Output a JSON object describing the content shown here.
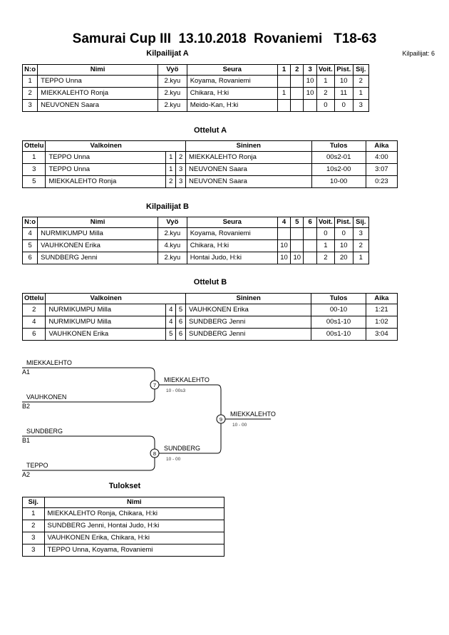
{
  "title": "Samurai Cup III  13.10.2018  Rovaniemi   T18-63",
  "competitor_count": "Kilpailijat: 6",
  "pool_a": {
    "heading": "Kilpailijat A",
    "headers": [
      "N:o",
      "Nimi",
      "Vyö",
      "Seura",
      "1",
      "2",
      "3",
      "Voit.",
      "Pist.",
      "Sij."
    ],
    "rows": [
      [
        "1",
        "TEPPO Unna",
        "2.kyu",
        "Koyama, Rovaniemi",
        "",
        "",
        "10",
        "1",
        "10",
        "2"
      ],
      [
        "2",
        "MIEKKALEHTO Ronja",
        "2.kyu",
        "Chikara, H:ki",
        "1",
        "",
        "10",
        "2",
        "11",
        "1"
      ],
      [
        "3",
        "NEUVONEN Saara",
        "2.kyu",
        "Meido-Kan, H:ki",
        "",
        "",
        "",
        "0",
        "0",
        "3"
      ]
    ]
  },
  "matches_a": {
    "heading": "Ottelut A",
    "headers": [
      "Ottelu",
      "Valkoinen",
      "",
      "",
      "Sininen",
      "Tulos",
      "Aika"
    ],
    "rows": [
      [
        "1",
        "TEPPO Unna",
        "1",
        "2",
        "MIEKKALEHTO Ronja",
        "00s2-01",
        "4:00"
      ],
      [
        "3",
        "TEPPO Unna",
        "1",
        "3",
        "NEUVONEN Saara",
        "10s2-00",
        "3:07"
      ],
      [
        "5",
        "MIEKKALEHTO Ronja",
        "2",
        "3",
        "NEUVONEN Saara",
        "10-00",
        "0:23"
      ]
    ]
  },
  "pool_b": {
    "heading": "Kilpailijat B",
    "headers": [
      "N:o",
      "Nimi",
      "Vyö",
      "Seura",
      "4",
      "5",
      "6",
      "Voit.",
      "Pist.",
      "Sij."
    ],
    "rows": [
      [
        "4",
        "NURMIKUMPU Milla",
        "2.kyu",
        "Koyama, Rovaniemi",
        "",
        "",
        "",
        "0",
        "0",
        "3"
      ],
      [
        "5",
        "VAUHKONEN Erika",
        "4.kyu",
        "Chikara, H:ki",
        "10",
        "",
        "",
        "1",
        "10",
        "2"
      ],
      [
        "6",
        "SUNDBERG Jenni",
        "2.kyu",
        "Hontai Judo, H:ki",
        "10",
        "10",
        "",
        "2",
        "20",
        "1"
      ]
    ]
  },
  "matches_b": {
    "heading": "Ottelut B",
    "headers": [
      "Ottelu",
      "Valkoinen",
      "",
      "",
      "Sininen",
      "Tulos",
      "Aika"
    ],
    "rows": [
      [
        "2",
        "NURMIKUMPU Milla",
        "4",
        "5",
        "VAUHKONEN Erika",
        "00-10",
        "1:21"
      ],
      [
        "4",
        "NURMIKUMPU Milla",
        "4",
        "6",
        "SUNDBERG Jenni",
        "00s1-10",
        "1:02"
      ],
      [
        "6",
        "VAUHKONEN Erika",
        "5",
        "6",
        "SUNDBERG Jenni",
        "00s1-10",
        "3:04"
      ]
    ]
  },
  "bracket": {
    "semi1_top": {
      "name": "MIEKKALEHTO",
      "seed": "A1"
    },
    "semi1_bottom": {
      "name": "VAUHKONEN",
      "seed": "B2"
    },
    "semi2_top": {
      "name": "SUNDBERG",
      "seed": "B1"
    },
    "semi2_bottom": {
      "name": "TEPPO",
      "seed": "A2"
    },
    "match7": {
      "no": "7",
      "winner": "MIEKKALEHTO",
      "score": "10 - 00s3"
    },
    "match8": {
      "no": "8",
      "winner": "SUNDBERG",
      "score": "10 - 00"
    },
    "match9": {
      "no": "9",
      "winner": "MIEKKALEHTO",
      "score": "10 - 00"
    }
  },
  "results": {
    "heading": "Tulokset",
    "headers": [
      "Sij.",
      "Nimi"
    ],
    "rows": [
      [
        "1",
        "MIEKKALEHTO Ronja, Chikara, H:ki"
      ],
      [
        "2",
        "SUNDBERG Jenni, Hontai Judo, H:ki"
      ],
      [
        "3",
        "VAUHKONEN Erika, Chikara, H:ki"
      ],
      [
        "3",
        "TEPPO Unna, Koyama, Rovaniemi"
      ]
    ]
  }
}
